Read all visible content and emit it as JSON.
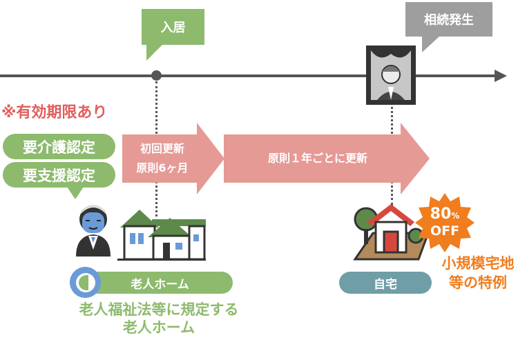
{
  "callouts": {
    "move_in": "入居",
    "inheritance": "相続発生"
  },
  "validity_note": "※有効期限あり",
  "certifications": {
    "care_required": "要介護認定",
    "support_required": "要支援認定"
  },
  "arrows": {
    "first_renewal_line1": "初回更新",
    "first_renewal_line2": "原則6ヶ月",
    "annual_renewal": "原則１年ごとに更新"
  },
  "labels": {
    "nursing_home": "老人ホーム",
    "nursing_home_desc_line1": "老人福祉法等に規定する",
    "nursing_home_desc_line2": "老人ホーム",
    "own_home": "自宅",
    "badge_percent": "80",
    "badge_pct_sign": "%",
    "badge_off": "OFF",
    "special_rule_line1": "小規模宅地",
    "special_rule_line2": "等の特例"
  },
  "colors": {
    "green": "#8dba6d",
    "gray": "#9e9e9e",
    "pink_arrow": "#e59a96",
    "red_text": "#e25d5d",
    "orange": "#f07d1e",
    "teal": "#6f9ea7",
    "house_green": "#5d8a4a",
    "house_red": "#d6483c"
  },
  "icons": [
    "elderly-person-icon",
    "nursing-home-building-icon",
    "memorial-portrait-icon",
    "own-house-icon",
    "discount-badge-icon"
  ]
}
